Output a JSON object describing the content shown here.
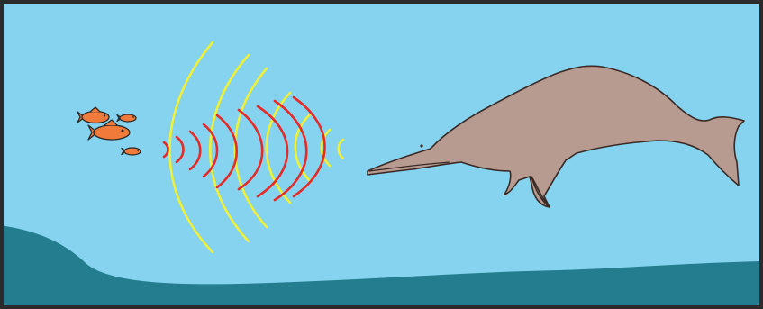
{
  "scene": {
    "colors": {
      "water": "#85d3ee",
      "seabed": "#237d8e",
      "frame": "#2b2b2b",
      "dolphin_body": "#b79a90",
      "dolphin_outline": "#3a2a26",
      "fish_body": "#f07a3a",
      "fish_outline": "#2a2a2a",
      "outgoing_wave": "#f0f036",
      "returning_echo": "#e52a2a"
    },
    "subjects": [
      {
        "name": "dolphin",
        "icon": "river-dolphin-icon"
      },
      {
        "name": "fish-school",
        "icon": "fish-icon",
        "count": 4
      },
      {
        "name": "outgoing-sound-waves",
        "icon": "sound-wave-icon",
        "count": 7
      },
      {
        "name": "returning-echoes",
        "icon": "echo-wave-icon",
        "count": 9
      }
    ]
  }
}
